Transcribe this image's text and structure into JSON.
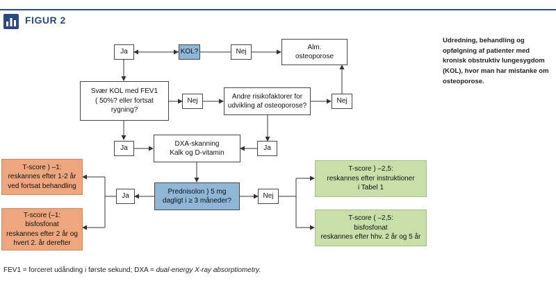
{
  "header": {
    "figure_label": "FIGUR 2"
  },
  "caption": "Udredning, behandling og opfølgning af patienter med kronisk obstruktiv lungesygdom (KOL), hvor man har mistanke om osteoporose.",
  "footnote": {
    "plain": "FEV1 = forceret udånding i første sekund; DXA = ",
    "italic": "dual-energy X-ray absorptiometry."
  },
  "boxes": {
    "kol": "KOL?",
    "ja1": "Ja",
    "nej1": "Nej",
    "alm": "Alm.\nosteoporose",
    "svaer": "Svær KOL med FEV1\n( 50%? eller fortsat\nrygning?",
    "nej2": "Nej",
    "andre": "Andre risikofaktorer for\nudvikling af osteoporose?",
    "nej3": "Nej",
    "ja2": "Ja",
    "dxa": "DXA-skanning\nKalk og D-vitamin",
    "ja3": "Ja",
    "pred": "Prednisolon ) 5 mg\ndagligt i ≥ 3 måneder?",
    "ja4": "Ja",
    "nej4": "Nej",
    "t1": "T-score ) –1:\nreskannes efter 1-2 år\nved fortsat behandling",
    "t2": "T-score (–1:\nbisfosfonat\nreskannes efter 2 år og\nhvert 2. år derefter",
    "t3": "T-score ) –2,5:\nreskannes efter instruktioner\ni Tabel 1",
    "t4": "T-score ( –2,5:\nbisfosfonat\nreskannes efter hhv. 2 år og 5 år"
  },
  "colors": {
    "brand": "#2c4a7e",
    "decision_blue": "#8fb6d6",
    "outcome_orange": "#eea67f",
    "outcome_green": "#c9dfaa"
  }
}
